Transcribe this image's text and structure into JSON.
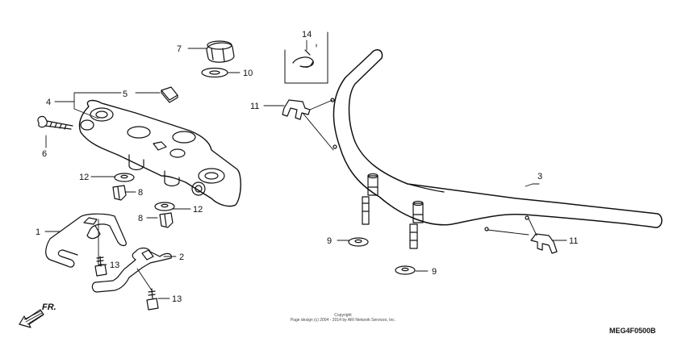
{
  "callouts": [
    "1",
    "2",
    "3",
    "4",
    "5",
    "6",
    "7",
    "8",
    "8",
    "9",
    "9",
    "10",
    "11",
    "11",
    "12",
    "12",
    "13",
    "13",
    "14"
  ],
  "direction_label": "FR.",
  "copyright_line1": "Copyright",
  "copyright_line2": "Page design (c) 2004 - 2014 by ARI Network Services, Inc.",
  "diagram_code": "MEG4F0500B"
}
